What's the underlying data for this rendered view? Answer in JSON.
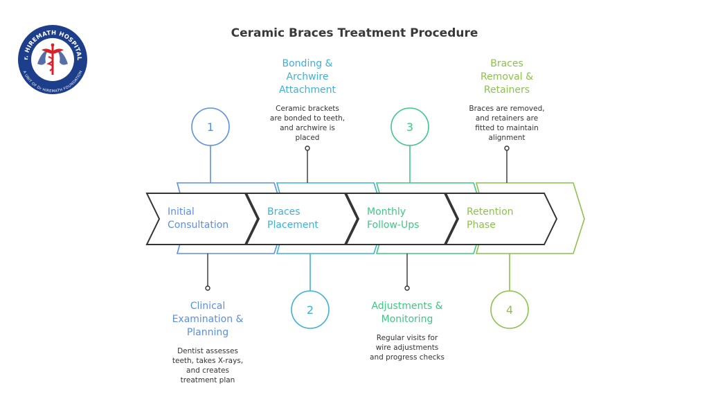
{
  "title": "Ceramic Braces Treatment Procedure",
  "logo": {
    "top_text": "Dr. HIREMATH HOSPITALS",
    "bottom_text": "A UNIT OF Dr HIREMATH FOUNDATION",
    "color": "#1d3e8a",
    "accent": "#d92027"
  },
  "arrow_stroke": "#333333",
  "steps": [
    {
      "number": "1",
      "label": "Initial Consultation",
      "label_lines": [
        "Initial",
        "Consultation"
      ],
      "heading_lines": [
        "Clinical",
        "Examination &",
        "Planning"
      ],
      "desc_lines": [
        "Dentist assesses",
        "teeth, takes X-rays,",
        "and creates",
        "treatment plan"
      ],
      "color": "#5b8fe0"
    },
    {
      "number": "2",
      "label": "Braces Placement",
      "label_lines": [
        "Braces",
        "Placement"
      ],
      "heading_lines": [
        "Bonding &",
        "Archwire",
        "Attachment"
      ],
      "desc_lines": [
        "Ceramic brackets",
        "are bonded to teeth,",
        "and archwire is",
        "placed"
      ],
      "color": "#3eb0d8"
    },
    {
      "number": "3",
      "label": "Monthly Follow-Ups",
      "label_lines": [
        "Monthly",
        "Follow-Ups"
      ],
      "heading_lines": [
        "Adjustments &",
        "Monitoring"
      ],
      "desc_lines": [
        "Regular visits for",
        "wire adjustments",
        "and progress checks"
      ],
      "color": "#3fc784"
    },
    {
      "number": "4",
      "label": "Retention Phase",
      "label_lines": [
        "Retention",
        "Phase"
      ],
      "heading_lines": [
        "Braces",
        "Removal &",
        "Retainers"
      ],
      "desc_lines": [
        "Braces are removed,",
        "and retainers are",
        "fitted to maintain",
        "alignment"
      ],
      "color": "#8cc24a"
    }
  ]
}
